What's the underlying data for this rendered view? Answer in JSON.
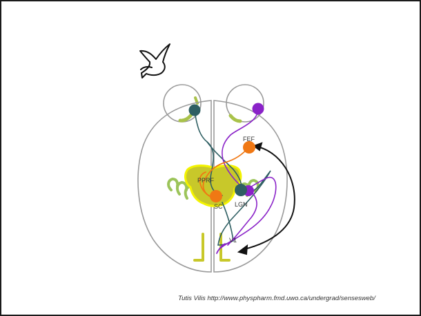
{
  "labels": {
    "pprf": "PPRF",
    "sc": "SC",
    "lgn": "LGN",
    "fef": "FEF",
    "v1": "V1"
  },
  "credit": "Tutis Vilis  http://www.physpharm.fmd.uwo.ca/undergrad/sensesweb/",
  "icons": {
    "bird": "bird-icon"
  },
  "colors": {
    "brain_outline": "#9a9a9a",
    "retina_green": "#a9c24a",
    "cortex_green": "#9cc45a",
    "brainstem_yellow": "#c8c82a",
    "pprf_glow": "#e6e600",
    "left_eye_pathway": "#2f5f63",
    "right_eye_pathway": "#8a22c8",
    "fef_pathway": "#f07814",
    "sc_node": "#f07814",
    "feedback_arrow": "#111111"
  }
}
